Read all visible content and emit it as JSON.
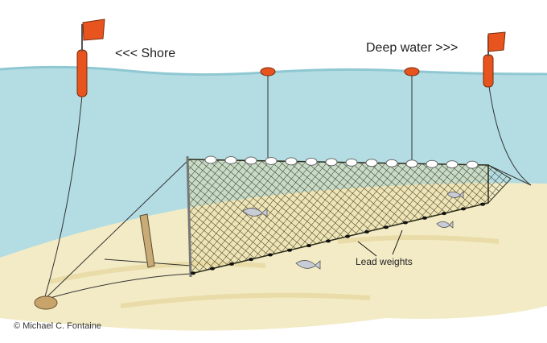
{
  "labels": {
    "shore": "<<<  Shore",
    "deep_water": "Deep water >>>",
    "lead_weights": "Lead weights",
    "copyright": "© Michael C. Fontaine"
  },
  "colors": {
    "water": "#b3dde3",
    "sand": "#f3ebc6",
    "net": "#2b2b1a",
    "float": "#ffffff",
    "buoy": "#e8541e",
    "flag": "#e8541e"
  }
}
